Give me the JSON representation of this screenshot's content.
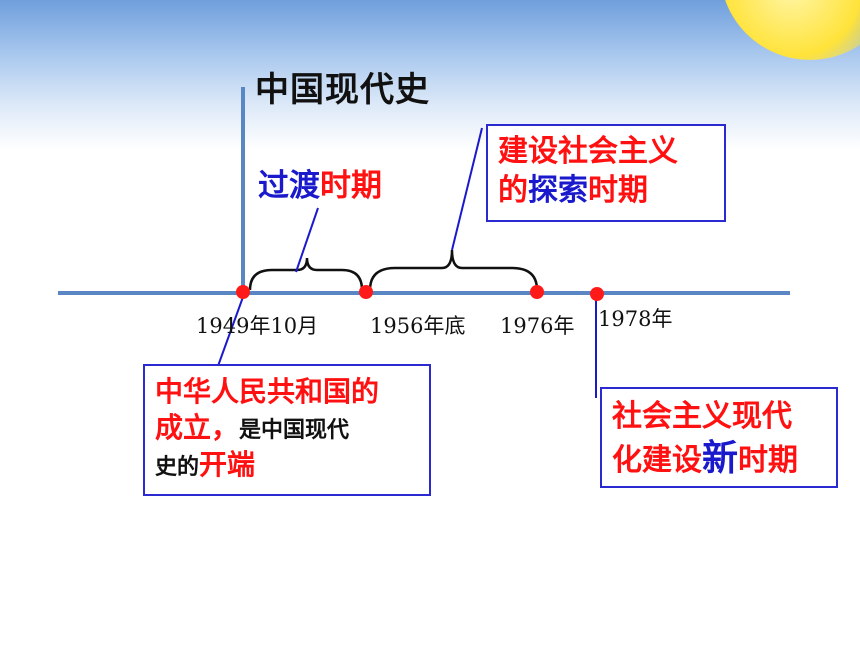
{
  "title": "中国现代史",
  "timeline": {
    "markers": [
      {
        "label": "1949年10月"
      },
      {
        "label": "1956年底"
      },
      {
        "label": "1976年"
      },
      {
        "label": "1978年"
      }
    ]
  },
  "periods": {
    "transition": {
      "part1": "过渡",
      "part2": "时期"
    },
    "exploration": {
      "line1": "建设社会主义",
      "line2_a": "的",
      "line2_b": "探索",
      "line2_c": "时期"
    },
    "founding": {
      "line1": "中华人民共和国的",
      "line2_a": "成立，",
      "line2_b": "是中国现代",
      "line3_a": "史的",
      "line3_b": "开端"
    },
    "modernization": {
      "line1": "社会主义现代",
      "line2_a": "化建设",
      "line2_b": "新",
      "line2_c": "时期"
    }
  },
  "colors": {
    "axis": "#5b86c4",
    "marker": "#ff1a1a",
    "emphasis_red": "#ff1111",
    "emphasis_blue": "#1a1acc",
    "box_border": "#2a2ad0"
  }
}
